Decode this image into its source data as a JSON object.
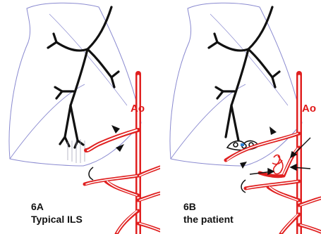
{
  "panels": [
    {
      "id": "6A",
      "code": "6A",
      "caption": "Typical ILS",
      "vessel_label": "Ao"
    },
    {
      "id": "6B",
      "code": "6B",
      "caption": "the patient",
      "vessel_label": "Ao"
    }
  ],
  "colors": {
    "artery": "#e02020",
    "lung_outline": "#8a8ad0",
    "bronchus": "#111111",
    "arrow": "#111111",
    "sequestration_accent": "#2a7fd4"
  }
}
